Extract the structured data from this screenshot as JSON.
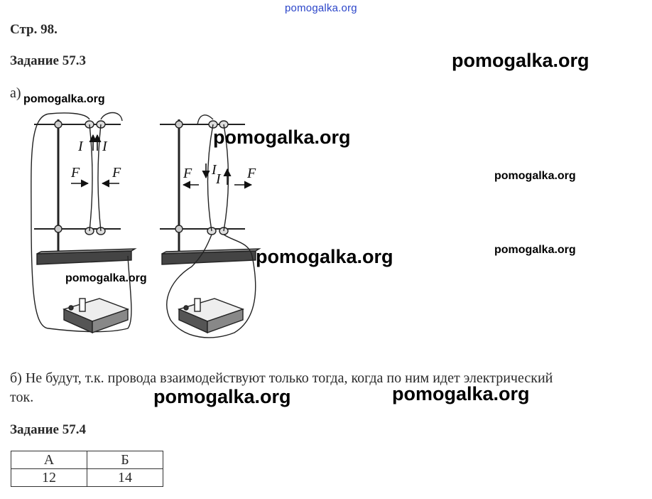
{
  "header_watermark": "pomogalka.org",
  "page_heading": "Стр. 98.",
  "task1": {
    "title": "Задание 57.3",
    "part_a_label": "а)",
    "part_b_text_line1": "б) Не будут, т.к. провода взаимодействуют только тогда, когда по ним идет электрический",
    "part_b_text_line2": "ток."
  },
  "figure": {
    "current_label": "I",
    "force_label": "F"
  },
  "task2": {
    "title": "Задание 57.4",
    "table": {
      "headers": [
        "А",
        "Б"
      ],
      "rows": [
        [
          "12",
          "14"
        ]
      ]
    }
  },
  "watermarks": [
    "pomogalka.org",
    "pomogalka.org",
    "pomogalka.org",
    "pomogalka.org",
    "pomogalka.org",
    "pomogalka.org",
    "pomogalka.org",
    "pomogalka.org",
    "pomogalka.org"
  ]
}
